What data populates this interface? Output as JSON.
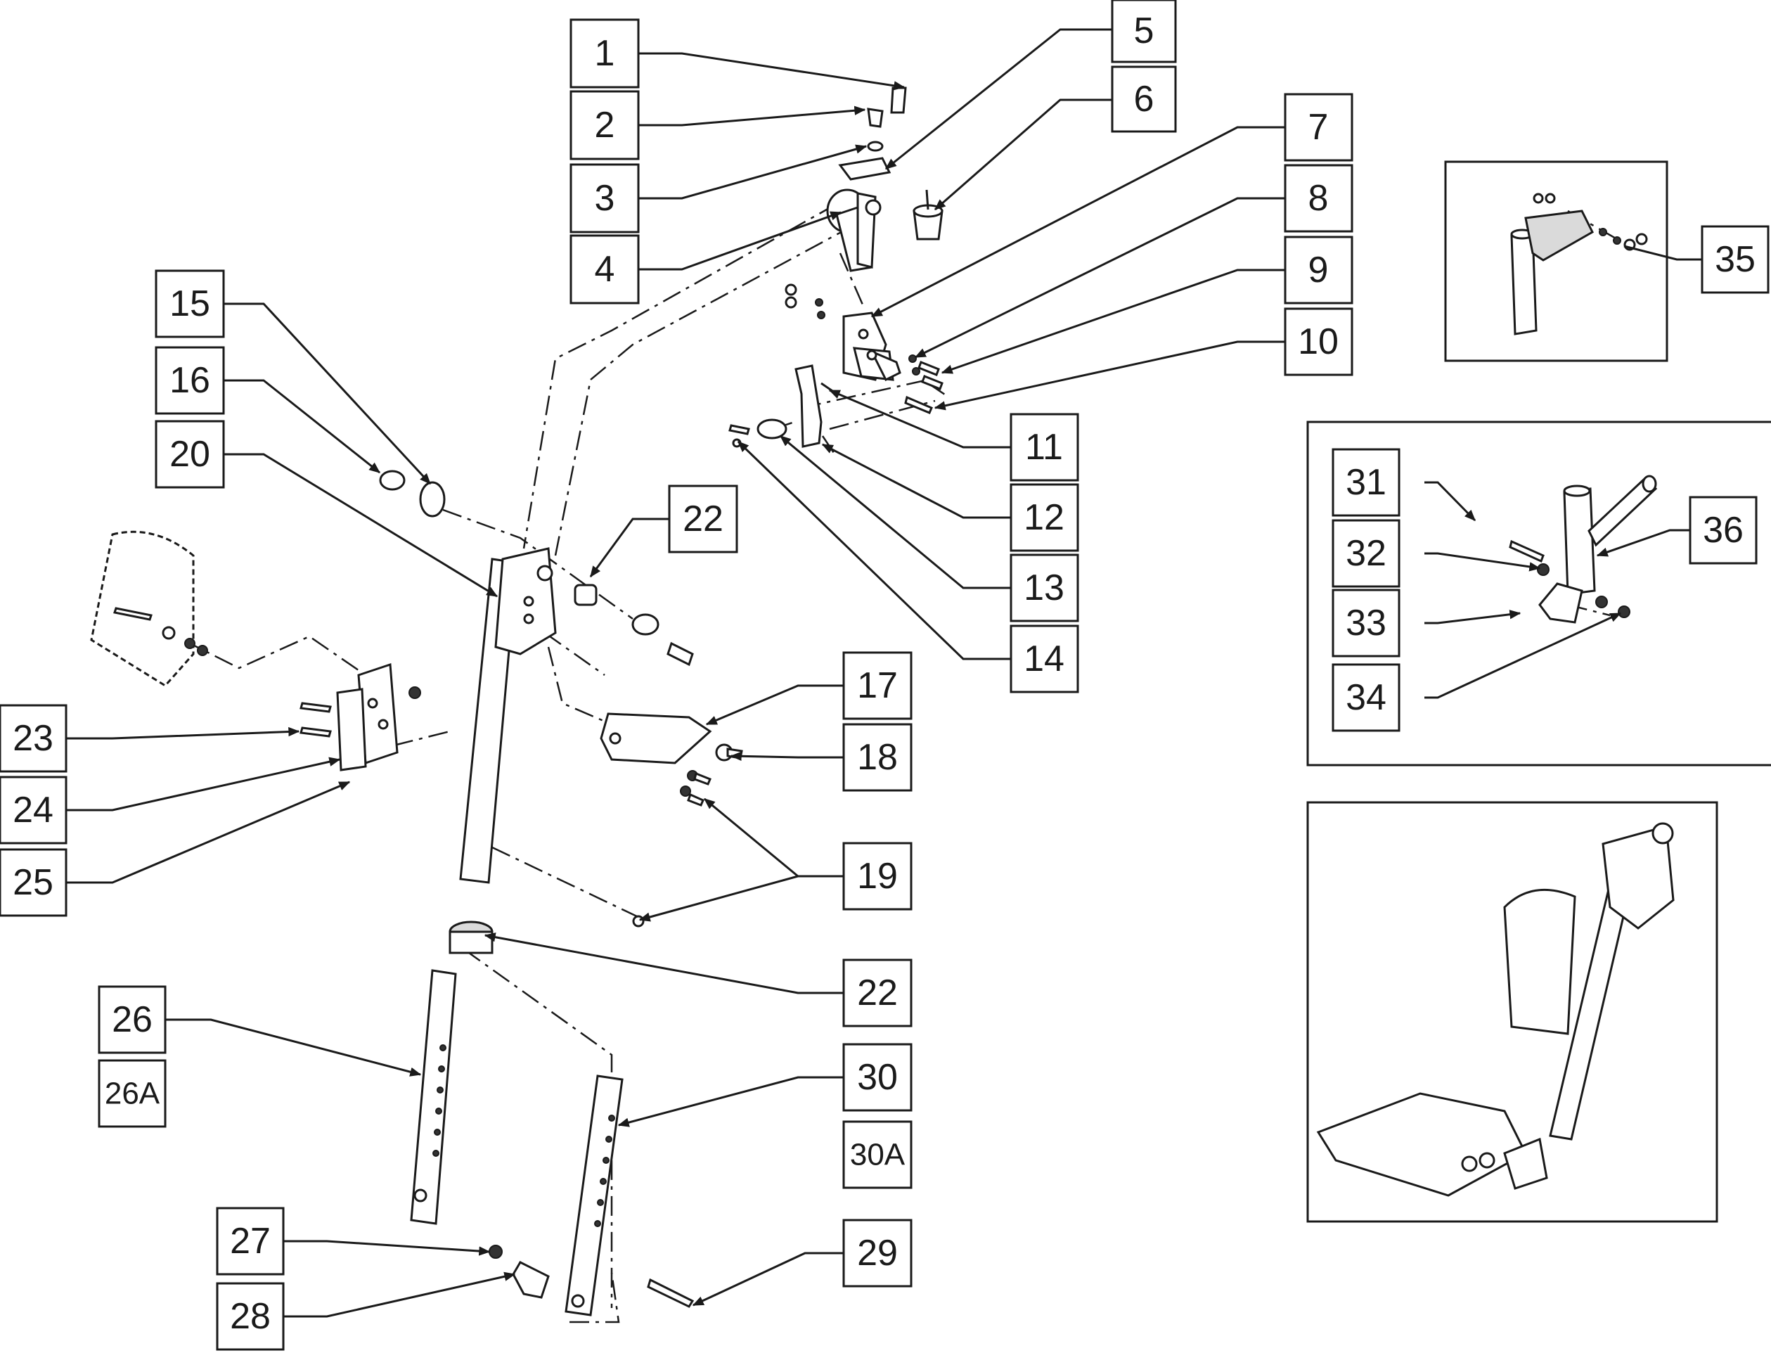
{
  "callouts": {
    "c1": "1",
    "c2": "2",
    "c3": "3",
    "c4": "4",
    "c5": "5",
    "c6": "6",
    "c7": "7",
    "c8": "8",
    "c9": "9",
    "c10": "10",
    "c11": "11",
    "c12": "12",
    "c13": "13",
    "c14": "14",
    "c15": "15",
    "c16": "16",
    "c17": "17",
    "c18": "18",
    "c19": "19",
    "c20": "20",
    "c22a": "22",
    "c22b": "22",
    "c23": "23",
    "c24": "24",
    "c25": "25",
    "c26": "26",
    "c26a": "26A",
    "c27": "27",
    "c28": "28",
    "c29": "29",
    "c30": "30",
    "c30a": "30A",
    "c31": "31",
    "c32": "32",
    "c33": "33",
    "c34": "34",
    "c35": "35",
    "c36": "36"
  }
}
